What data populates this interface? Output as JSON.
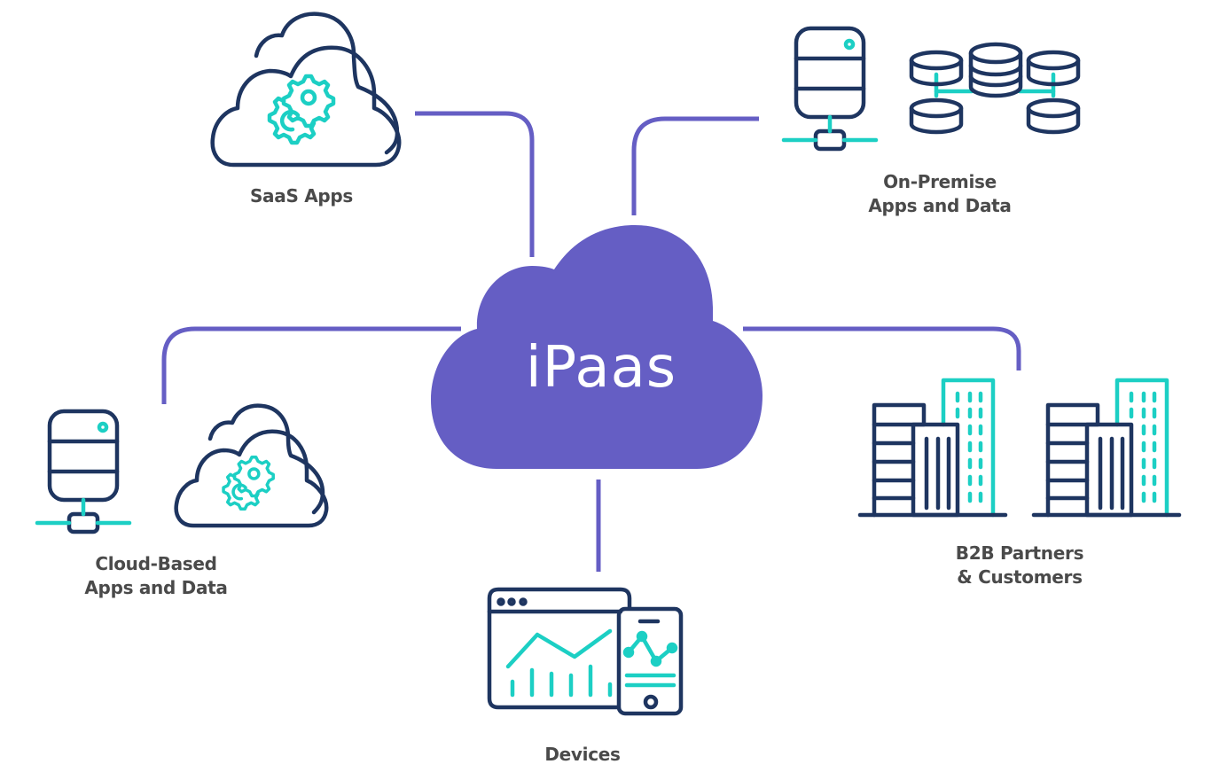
{
  "diagram": {
    "title": "iPaas integration hub",
    "center": {
      "label": "iPaas",
      "icon": "cloud-icon"
    },
    "nodes": [
      {
        "id": "saas",
        "lines": [
          "SaaS Apps"
        ],
        "icons": [
          "cloud-gears-icon"
        ]
      },
      {
        "id": "on-premise",
        "lines": [
          "On-Premise",
          "Apps and Data"
        ],
        "icons": [
          "server-icon",
          "database-network-icon"
        ]
      },
      {
        "id": "cloud-based",
        "lines": [
          "Cloud-Based",
          "Apps and Data"
        ],
        "icons": [
          "server-icon",
          "cloud-gears-icon"
        ]
      },
      {
        "id": "b2b",
        "lines": [
          "B2B Partners",
          "& Customers"
        ],
        "icons": [
          "buildings-icon",
          "buildings-icon"
        ]
      },
      {
        "id": "devices",
        "lines": [
          "Devices"
        ],
        "icons": [
          "browser-chart-icon",
          "phone-chart-icon"
        ]
      }
    ],
    "edges": [
      {
        "from": "iPaas",
        "to": "saas"
      },
      {
        "from": "iPaas",
        "to": "on-premise"
      },
      {
        "from": "iPaas",
        "to": "cloud-based"
      },
      {
        "from": "iPaas",
        "to": "b2b"
      },
      {
        "from": "iPaas",
        "to": "devices"
      }
    ],
    "colors": {
      "hub": "#655ec4",
      "connector": "#655ec4",
      "icon_outline": "#1e3560",
      "icon_accent": "#1ccfc4",
      "label_text": "#4a4a4a"
    }
  }
}
